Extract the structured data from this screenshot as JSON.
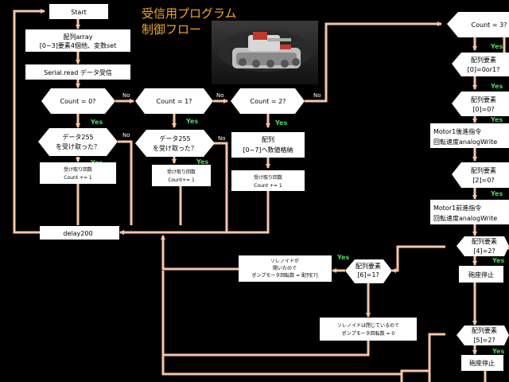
{
  "title": {
    "line1": "受信用プログラム",
    "line2": "制御フロー"
  },
  "yes": "Yes",
  "no": "No",
  "nodes": {
    "start": "Start",
    "init1": "配列array",
    "init2": "[0~3]要素4個他、変数set",
    "read": "Serial.read データ受信",
    "c0": "Count = 0?",
    "c1": "Count = 1?",
    "c2": "Count = 2?",
    "c3": "Count = 3?",
    "d255a_1": "データ255",
    "d255a_2": "を受け取った？",
    "d255b_1": "データ255",
    "d255b_2": "を受け取った？",
    "arr1": "配列",
    "arr2": "[0~7]へ数値格納",
    "recvA_1": "受け取り回数",
    "recvA_2": "Count += 1",
    "recvB_1": "受け取り回数",
    "recvB_2": "Count+= 1",
    "recvC_1": "受け取り回数",
    "recvC_2": "Count += 1",
    "delay": "delay200",
    "e01_1": "配列要素",
    "e01_2": "[0]=0or1?",
    "e0_1": "配列要素",
    "e0_2": "[0]=0?",
    "m1b_1": "Motor1後進指令",
    "m1b_2": "回転速度analogWrite",
    "e2_1": "配列要素",
    "e2_2": "[2]=0?",
    "m1f_1": "Motor1前進指令",
    "m1f_2": "回転速度analogWrite",
    "e4_1": "配列要素",
    "e4_2": "[4]=2?",
    "stop1": "砲座停止",
    "e5_1": "配列要素",
    "e5_2": "[5]=2?",
    "stop2": "砲座停止",
    "e6_1": "配列要素",
    "e6_2": "[6]=1?",
    "sol1_1": "ソレノイドが",
    "sol1_2": "開いたので",
    "sol1_3": "ポンプモータ回転数 = 配列[7]",
    "sol2_1": "ソレノイドは閉じているので",
    "sol2_2": "ポンプモータ回転数 = 0"
  },
  "colors": {
    "arrow": "#f7c6a6",
    "box": "#ffffff",
    "yes": "#4cd75a",
    "title": "#f5a623"
  }
}
